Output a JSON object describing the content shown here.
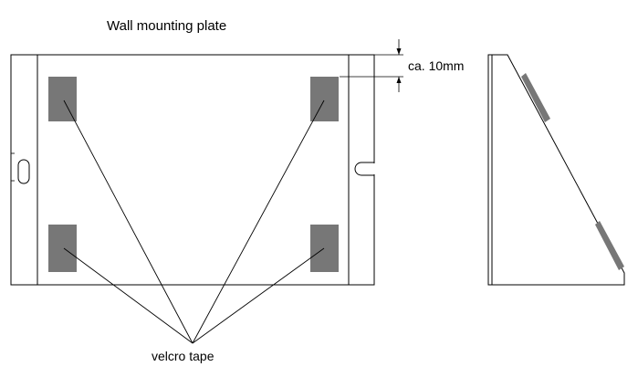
{
  "diagram": {
    "title": "Wall mounting plate",
    "dimension_label": "ca. 10mm",
    "callout_label": "velcro tape",
    "colors": {
      "line": "#000000",
      "velcro": "#777777",
      "background": "#ffffff"
    }
  }
}
